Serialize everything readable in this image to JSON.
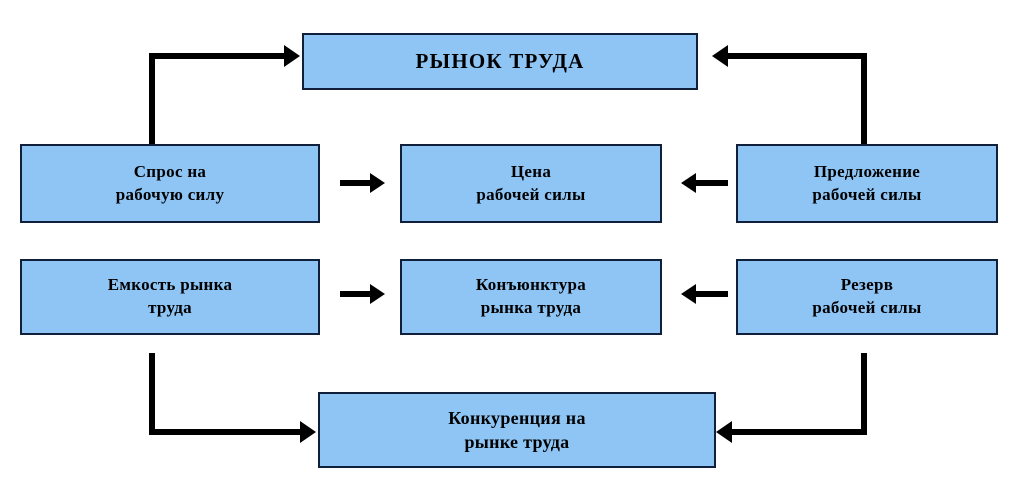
{
  "diagram": {
    "title_node": {
      "name": "labor-market",
      "label": "РЫНОК ТРУДА"
    },
    "rows": [
      {
        "left": {
          "name": "labor-demand",
          "label": "Спрос на\nрабочую силу"
        },
        "middle": {
          "name": "labor-price",
          "label": "Цена\nрабочей силы"
        },
        "right": {
          "name": "labor-supply",
          "label": "Предложение\nрабочей силы"
        }
      },
      {
        "left": {
          "name": "market-capacity",
          "label": "Емкость рынка\nтруда"
        },
        "middle": {
          "name": "market-conjuncture",
          "label": "Конъюнктура\nрынка труда"
        },
        "right": {
          "name": "labor-reserve",
          "label": "Резерв\nрабочей силы"
        }
      }
    ],
    "bottom_node": {
      "name": "labor-market-competition",
      "label": "Конкуренция на\nрынке труда"
    },
    "connectors": [
      {
        "name": "demand-to-market",
        "direction": "right"
      },
      {
        "name": "supply-to-market",
        "direction": "left"
      },
      {
        "name": "demand-to-price",
        "direction": "right"
      },
      {
        "name": "supply-to-price",
        "direction": "left"
      },
      {
        "name": "capacity-to-conjuncture",
        "direction": "right"
      },
      {
        "name": "reserve-to-conjuncture",
        "direction": "left"
      },
      {
        "name": "capacity-to-competition",
        "direction": "right"
      },
      {
        "name": "reserve-to-competition",
        "direction": "left"
      }
    ],
    "colors": {
      "node_fill": "#8ec5f5",
      "node_border": "#10203a",
      "connector": "#000000",
      "background": "#ffffff"
    }
  }
}
